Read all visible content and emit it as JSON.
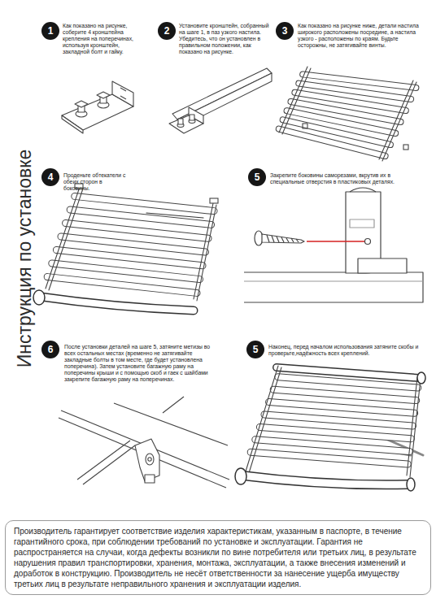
{
  "diagram": {
    "title": "Инструкция по установке",
    "nodes": [
      {
        "text": [
          "1"
        ]
      },
      {
        "text": [
          "2"
        ]
      },
      {
        "text": [
          "3"
        ]
      },
      {
        "text": [
          "4"
        ]
      },
      {
        "text": [
          "5"
        ]
      },
      {
        "text": [
          "6"
        ]
      },
      {
        "text": [
          "5"
        ]
      },
      {
        "text": [
          "Производитель гарантирует соответствие изделия характеристикам, указанным в паспорте, в течение гарантийного срока, при соблюдении требований по установке и эксплуатации. Гарантия не распространяется на случаи, когда дефекты возникли по вине потребителя или третьих лиц, в результате нарушения правил транспортировки, хранения, монтажа, эксплуатации, а также внесения изменений и доработок в конструкцию. Производитель не несёт ответственности за нанесение ущерба имуществу третьих лиц в результате неправильного хранения и эксплуатации изделия."
        ]
      }
    ],
    "labels": [
      "Как показано на рисунке, соберите 4 кронштейна крепления на поперечинах, используя кронштейн, закладной болт и гайку.",
      "Установите кронштейн, собранный на шаге 1, в паз узкого настила. Убедитесь, что он установлен в правильном положении, как показано на рисунке.",
      "Как показано на рисунке ниже, детали настила широкого расположены посредине, а настила узкого - расположены по краям. Будьте осторожны, не затягивайте винты.",
      "Проденьте обтекатели с обеих сторон в боковины.",
      "Закрепите боковины саморезами, вкрутив их в специальные отверстия в пластиковых деталях.",
      "После установки деталей на шаге 5, затяните метизы во всех остальных местах (временно не затягивайте закладные болты в том месте, где будет установлена поперечина). Затем установите багажную раму на поперечины крыши и с помощью скоб и гаек с шайбами закрепите багажную раму на поперечинах.",
      "Наконец, перед началом использования затяните скобы и проверьте,надёжность всех креплений."
    ]
  }
}
